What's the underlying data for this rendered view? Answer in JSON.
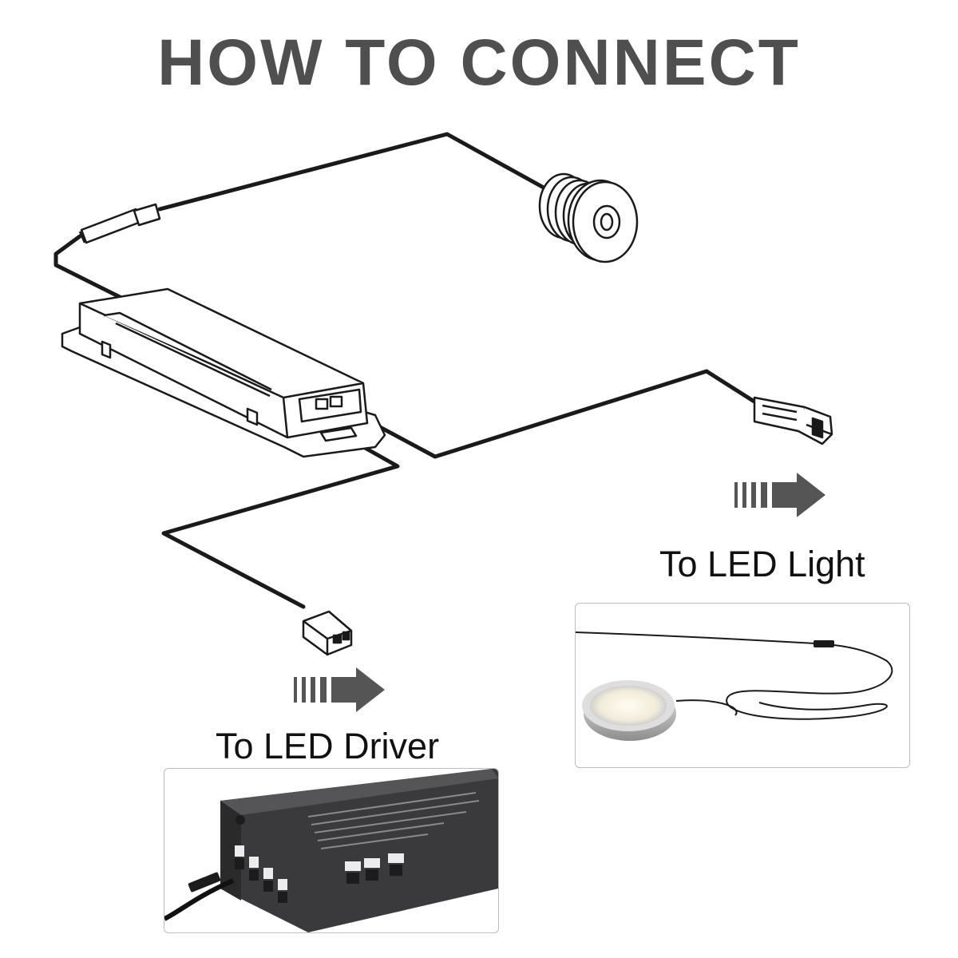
{
  "title": "HOW TO CONNECT",
  "labels": {
    "to_led_light": "To LED Light",
    "to_led_driver": "To LED Driver"
  },
  "colors": {
    "title": "#4f4f4f",
    "cable": "#1a1a1a",
    "arrow": "#555555",
    "label": "#111111"
  },
  "icons": {
    "switch": "touch-sensor-switch-icon",
    "controller": "controller-box-icon",
    "arrow": "arrow-right-icon"
  }
}
